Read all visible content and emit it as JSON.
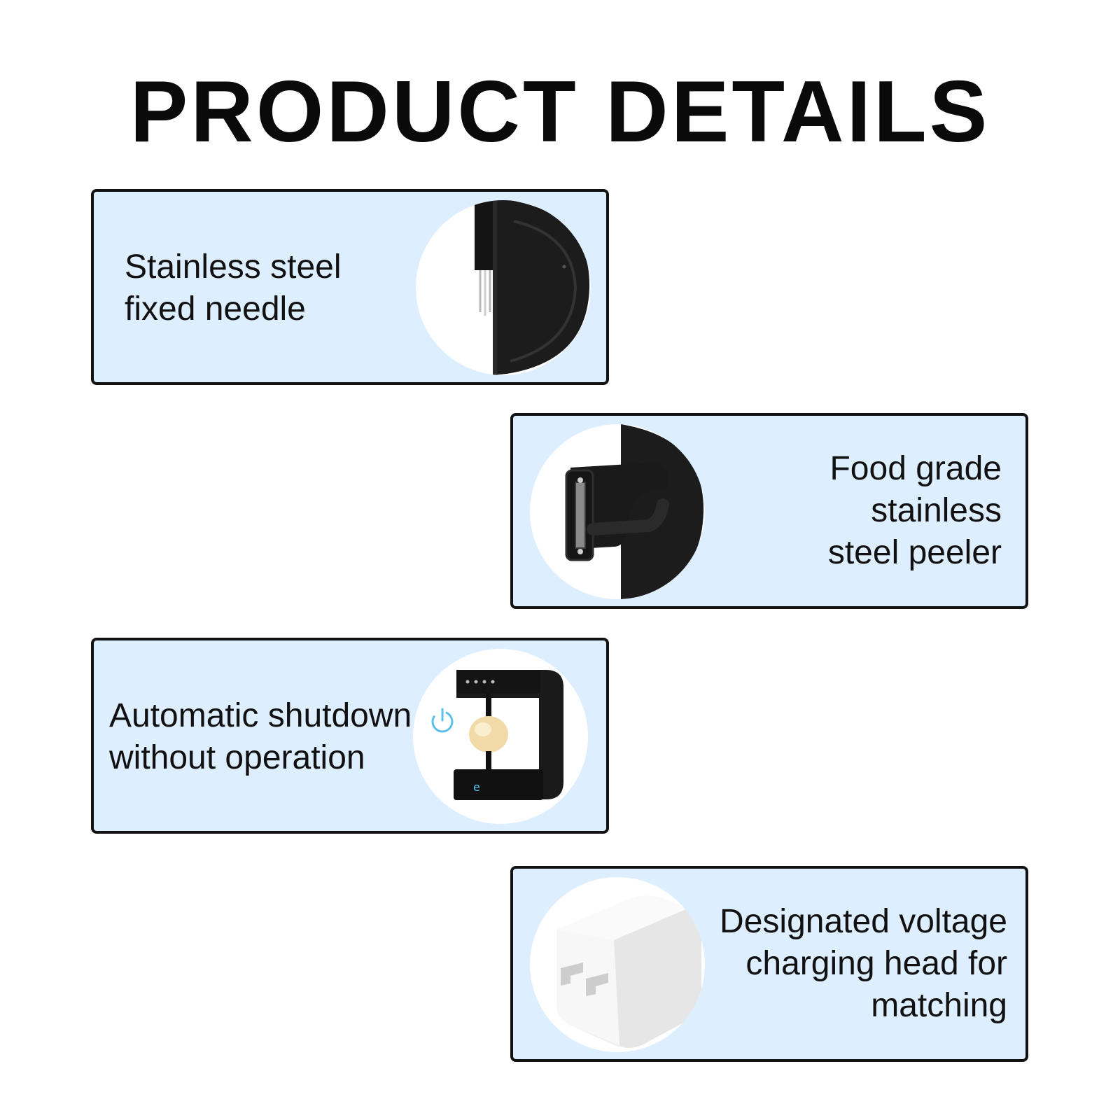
{
  "page": {
    "title": "PRODUCT DETAILS"
  },
  "features": [
    {
      "line1": "Stainless steel",
      "line2": "fixed needle",
      "icon": "needle-icon"
    },
    {
      "line1": "Food grade",
      "line2": "stainless",
      "line3": "steel peeler",
      "icon": "peeler-icon"
    },
    {
      "line1": "Automatic shutdown",
      "line2": "without operation",
      "icon": "device-power-icon"
    },
    {
      "line1": "Designated voltage",
      "line2": "charging head for",
      "line3": "matching",
      "icon": "charger-icon"
    }
  ],
  "colors": {
    "card_background": "#ddeeff",
    "card_border": "#111111",
    "text": "#111111",
    "device": "#1a1a1a",
    "power_icon": "#5bc0eb"
  }
}
